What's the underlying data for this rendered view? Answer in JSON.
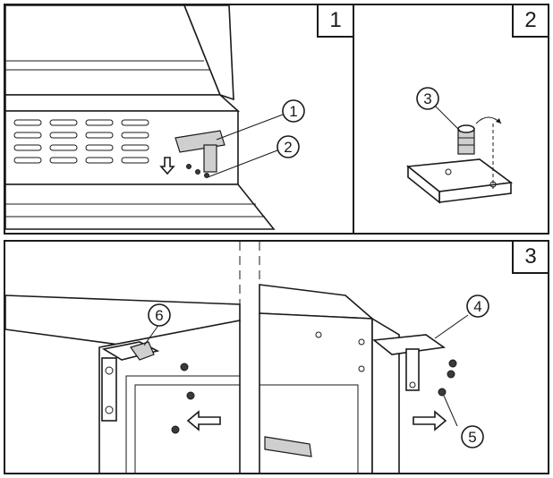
{
  "steps": [
    {
      "number": "1",
      "callouts": [
        "1",
        "2"
      ]
    },
    {
      "number": "2",
      "callouts": [
        "3"
      ]
    },
    {
      "number": "3",
      "callouts": [
        "4",
        "5",
        "6"
      ]
    }
  ],
  "colors": {
    "line": "#1a1a1a",
    "background": "#ffffff",
    "shade": "#cfcfcf"
  }
}
